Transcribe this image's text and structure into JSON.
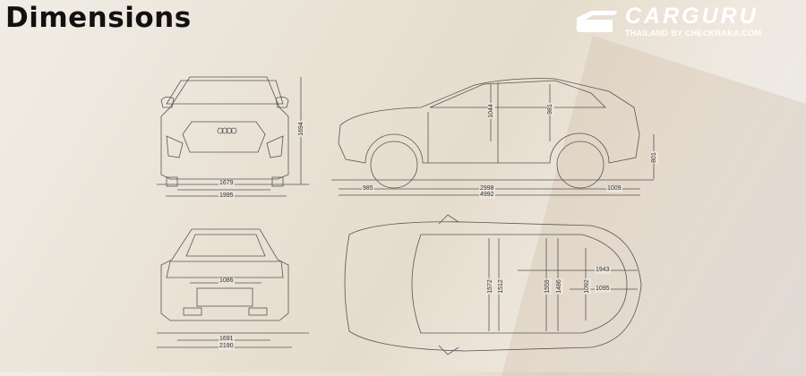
{
  "title": "Dimensions",
  "logo": {
    "brand": "CARGURU",
    "tagline": "THAILAND BY CHECKRAKA.COM"
  },
  "front_view": {
    "height": "1694",
    "front_track": "1679",
    "width": "1995"
  },
  "side_view": {
    "front_overhang": "985",
    "wheelbase": "2998",
    "rear_overhang": "1009",
    "length": "4992",
    "front_headroom": "1044",
    "rear_headroom": "981",
    "ground_to_trunk": "801"
  },
  "rear_view": {
    "trunk_width": "1086",
    "rear_track": "1691",
    "width_with_mirrors": "2190"
  },
  "top_view": {
    "front_shoulder": "1572",
    "front_elbow": "1512",
    "rear_shoulder": "1559",
    "rear_elbow": "1486",
    "trunk_opening": "1092",
    "trunk_length_rear_seat_folded": "1943",
    "trunk_length": "1095"
  }
}
